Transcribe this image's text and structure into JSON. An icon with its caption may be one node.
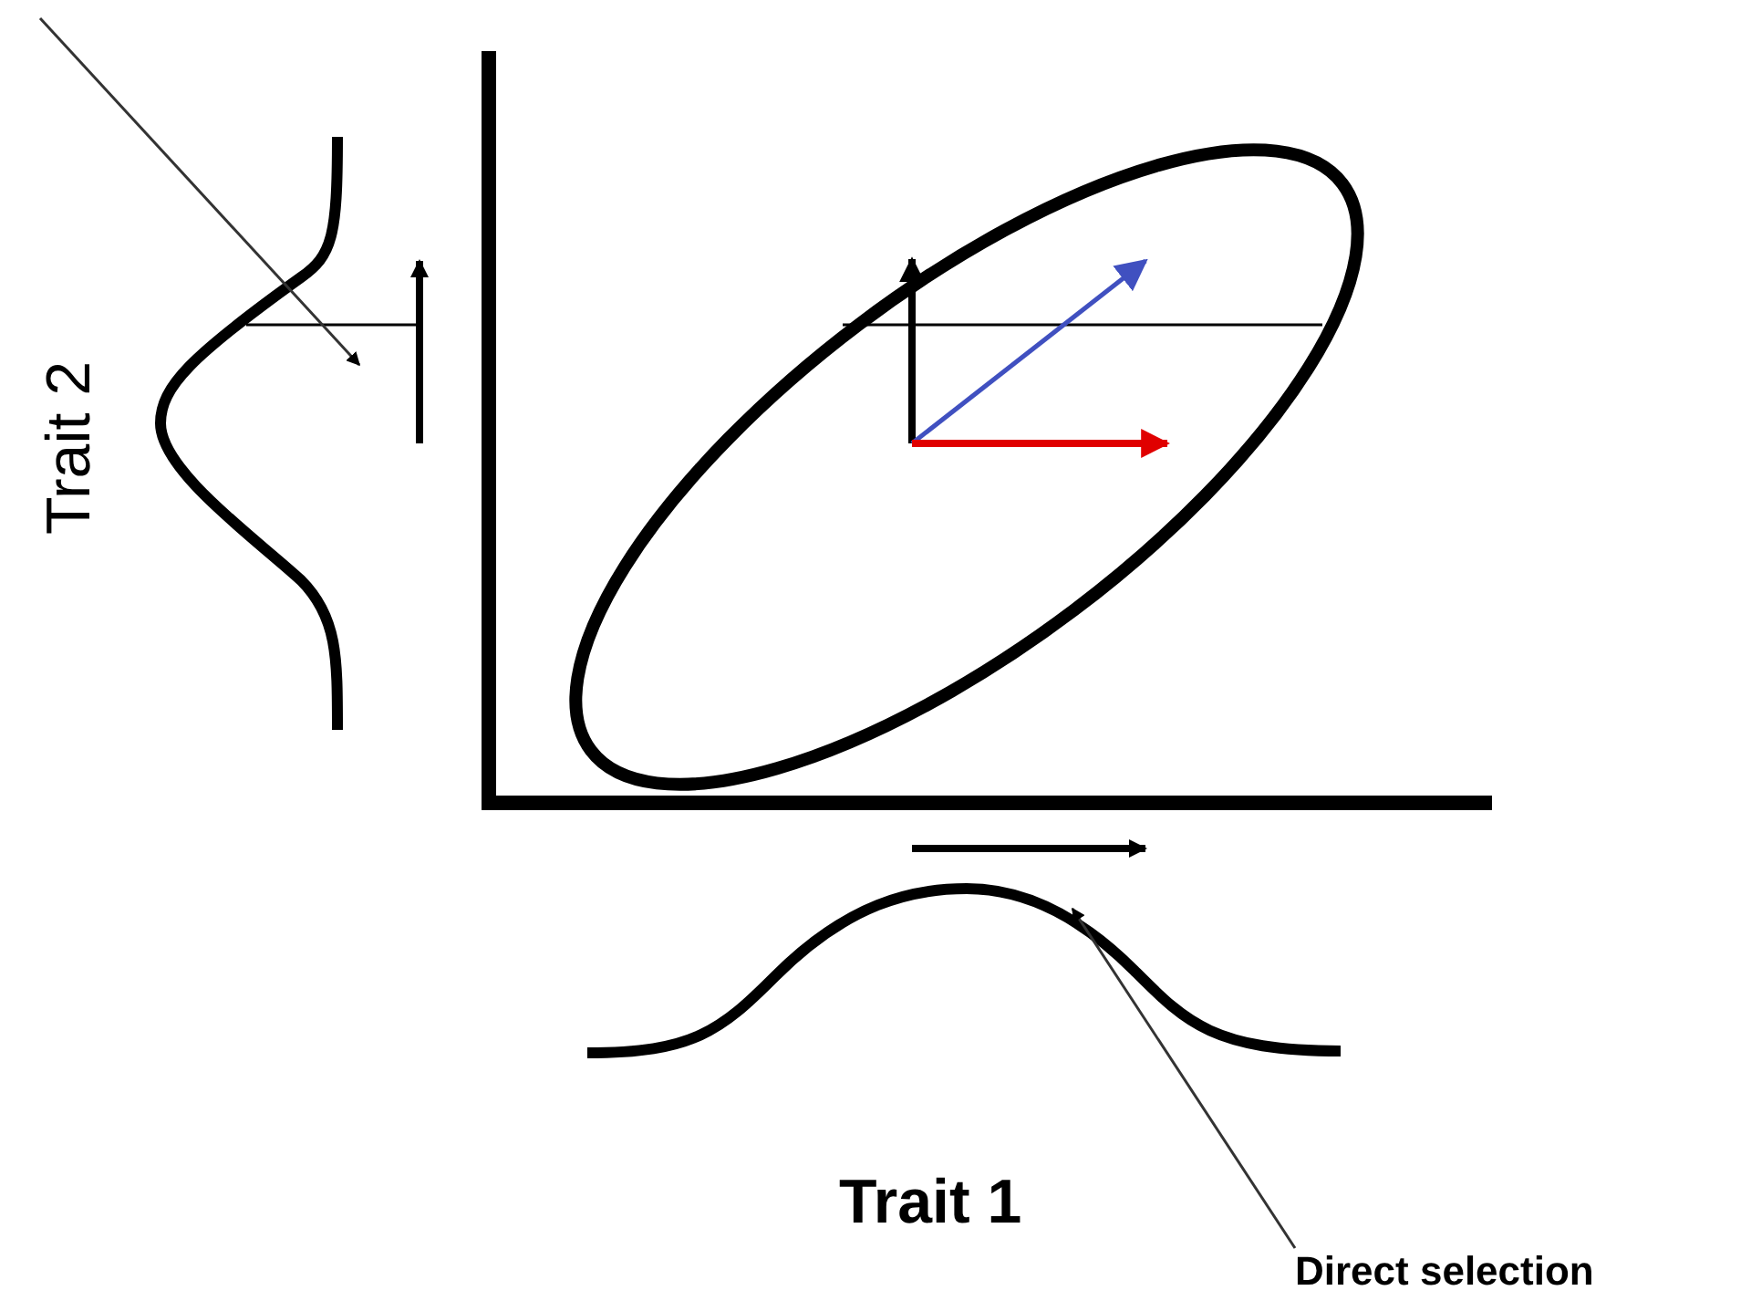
{
  "diagram": {
    "nodes": [
      {
        "text": [
          "Direct selection"
        ]
      },
      {
        "text": [],
        "shape": "curve"
      }
    ],
    "edges": [
      {
        "from": 0,
        "to": 1,
        "arrow": "to"
      }
    ],
    "labels": [
      "Trait 2",
      "Trait 1"
    ]
  }
}
